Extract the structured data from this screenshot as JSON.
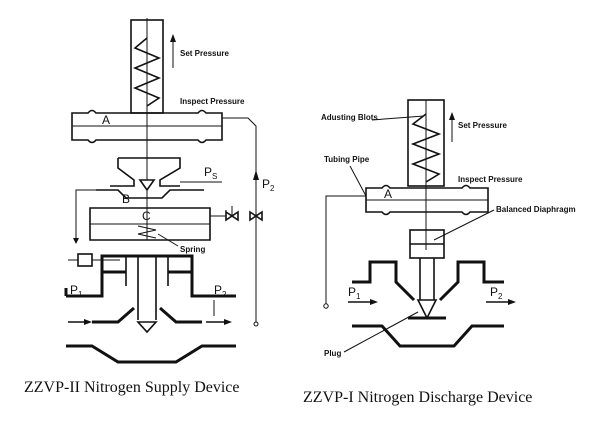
{
  "left_device": {
    "caption": "ZZVP-II Nitrogen Supply Device",
    "labels": {
      "set_pressure": "Set Pressure",
      "inspect_pressure": "Inspect Pressure",
      "chamber_a": "A",
      "chamber_b": "B",
      "chamber_c": "C",
      "spring": "Spring",
      "ps": "P",
      "ps_sub": "S",
      "p2": "P",
      "p2_sub": "2",
      "p1_pipe": "P",
      "p1_pipe_sub": "1",
      "p2_pipe": "P",
      "p2_pipe_sub": "2"
    }
  },
  "right_device": {
    "caption": "ZZVP-I Nitrogen Discharge Device",
    "labels": {
      "adjusting_bolts": "Adusting Blots",
      "set_pressure": "Set Pressure",
      "tubing_pipe": "Tubing Pipe",
      "inspect_pressure": "Inspect Pressure",
      "chamber_a": "A",
      "balanced_diaphragm": "Balanced Diaphragm",
      "p1": "P",
      "p1_sub": "1",
      "p2": "P",
      "p2_sub": "2",
      "plug": "Plug"
    }
  }
}
